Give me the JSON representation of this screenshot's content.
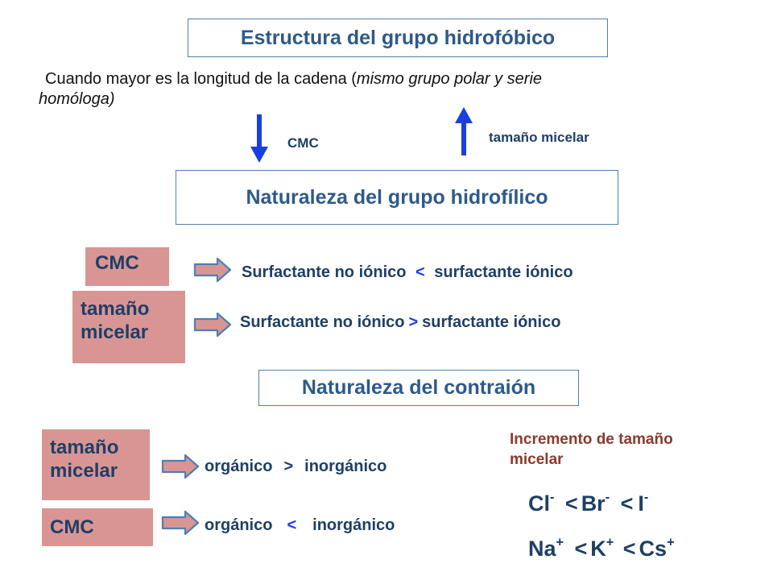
{
  "section1": {
    "title": "Estructura del grupo hidrofóbico",
    "sentence_part1": "Cuando mayor es la longitud de la cadena (",
    "sentence_italic": "mismo grupo polar y serie",
    "sentence_line2_italic": "homóloga)",
    "cmc_label": "CMC",
    "size_label": "tamaño micelar"
  },
  "section2": {
    "title": "Naturaleza del grupo hidrofílico",
    "cmc_box": "CMC",
    "size_box_line1": "tamaño",
    "size_box_line2": "micelar",
    "row1": {
      "left": "Surfactante no iónico",
      "op": "<",
      "right": "surfactante iónico"
    },
    "row2": {
      "left": "Surfactante no iónico",
      "op": ">",
      "right": "surfactante iónico"
    }
  },
  "section3": {
    "title": "Naturaleza del contraión",
    "size_box_line1": "tamaño",
    "size_box_line2": "micelar",
    "cmc_box": "CMC",
    "row1": {
      "left": "orgánico",
      "op": ">",
      "right": "inorgánico"
    },
    "row2": {
      "left": "orgánico",
      "op": "<",
      "right": "inorgánico"
    },
    "increment_line1": "Incremento de tamaño",
    "increment_line2": "micelar",
    "anions": {
      "a": "Cl",
      "b": "Br",
      "c": "I",
      "charge": "-",
      "lt": "<"
    },
    "cations": {
      "a": "Na",
      "b": "K",
      "c": "Cs",
      "charge": "+",
      "lt": "<"
    }
  },
  "colors": {
    "title_text": "#2d5a8a",
    "box_border": "#4f7fb5",
    "pink_box": "#d99594",
    "navy_text": "#1e3f66",
    "arrow_blue": "#1a3fe0",
    "increment_text": "#8b3a2e"
  }
}
